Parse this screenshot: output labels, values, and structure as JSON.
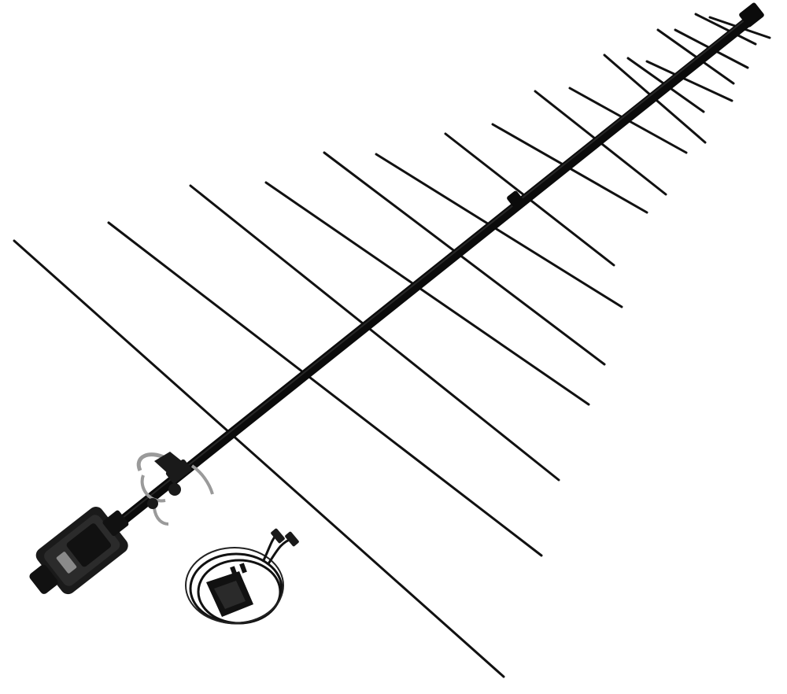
{
  "photo": {
    "subject": "log-periodic-antenna",
    "background_color": "#ffffff",
    "element_color": "#111111",
    "boom_color": "#0b0b0b",
    "connector_color": "#1a1a1a",
    "clamp_color": "#9a9a9a"
  },
  "antenna": {
    "element_count": 17
  },
  "accessory": {
    "item": "power-adapter-with-cable"
  }
}
